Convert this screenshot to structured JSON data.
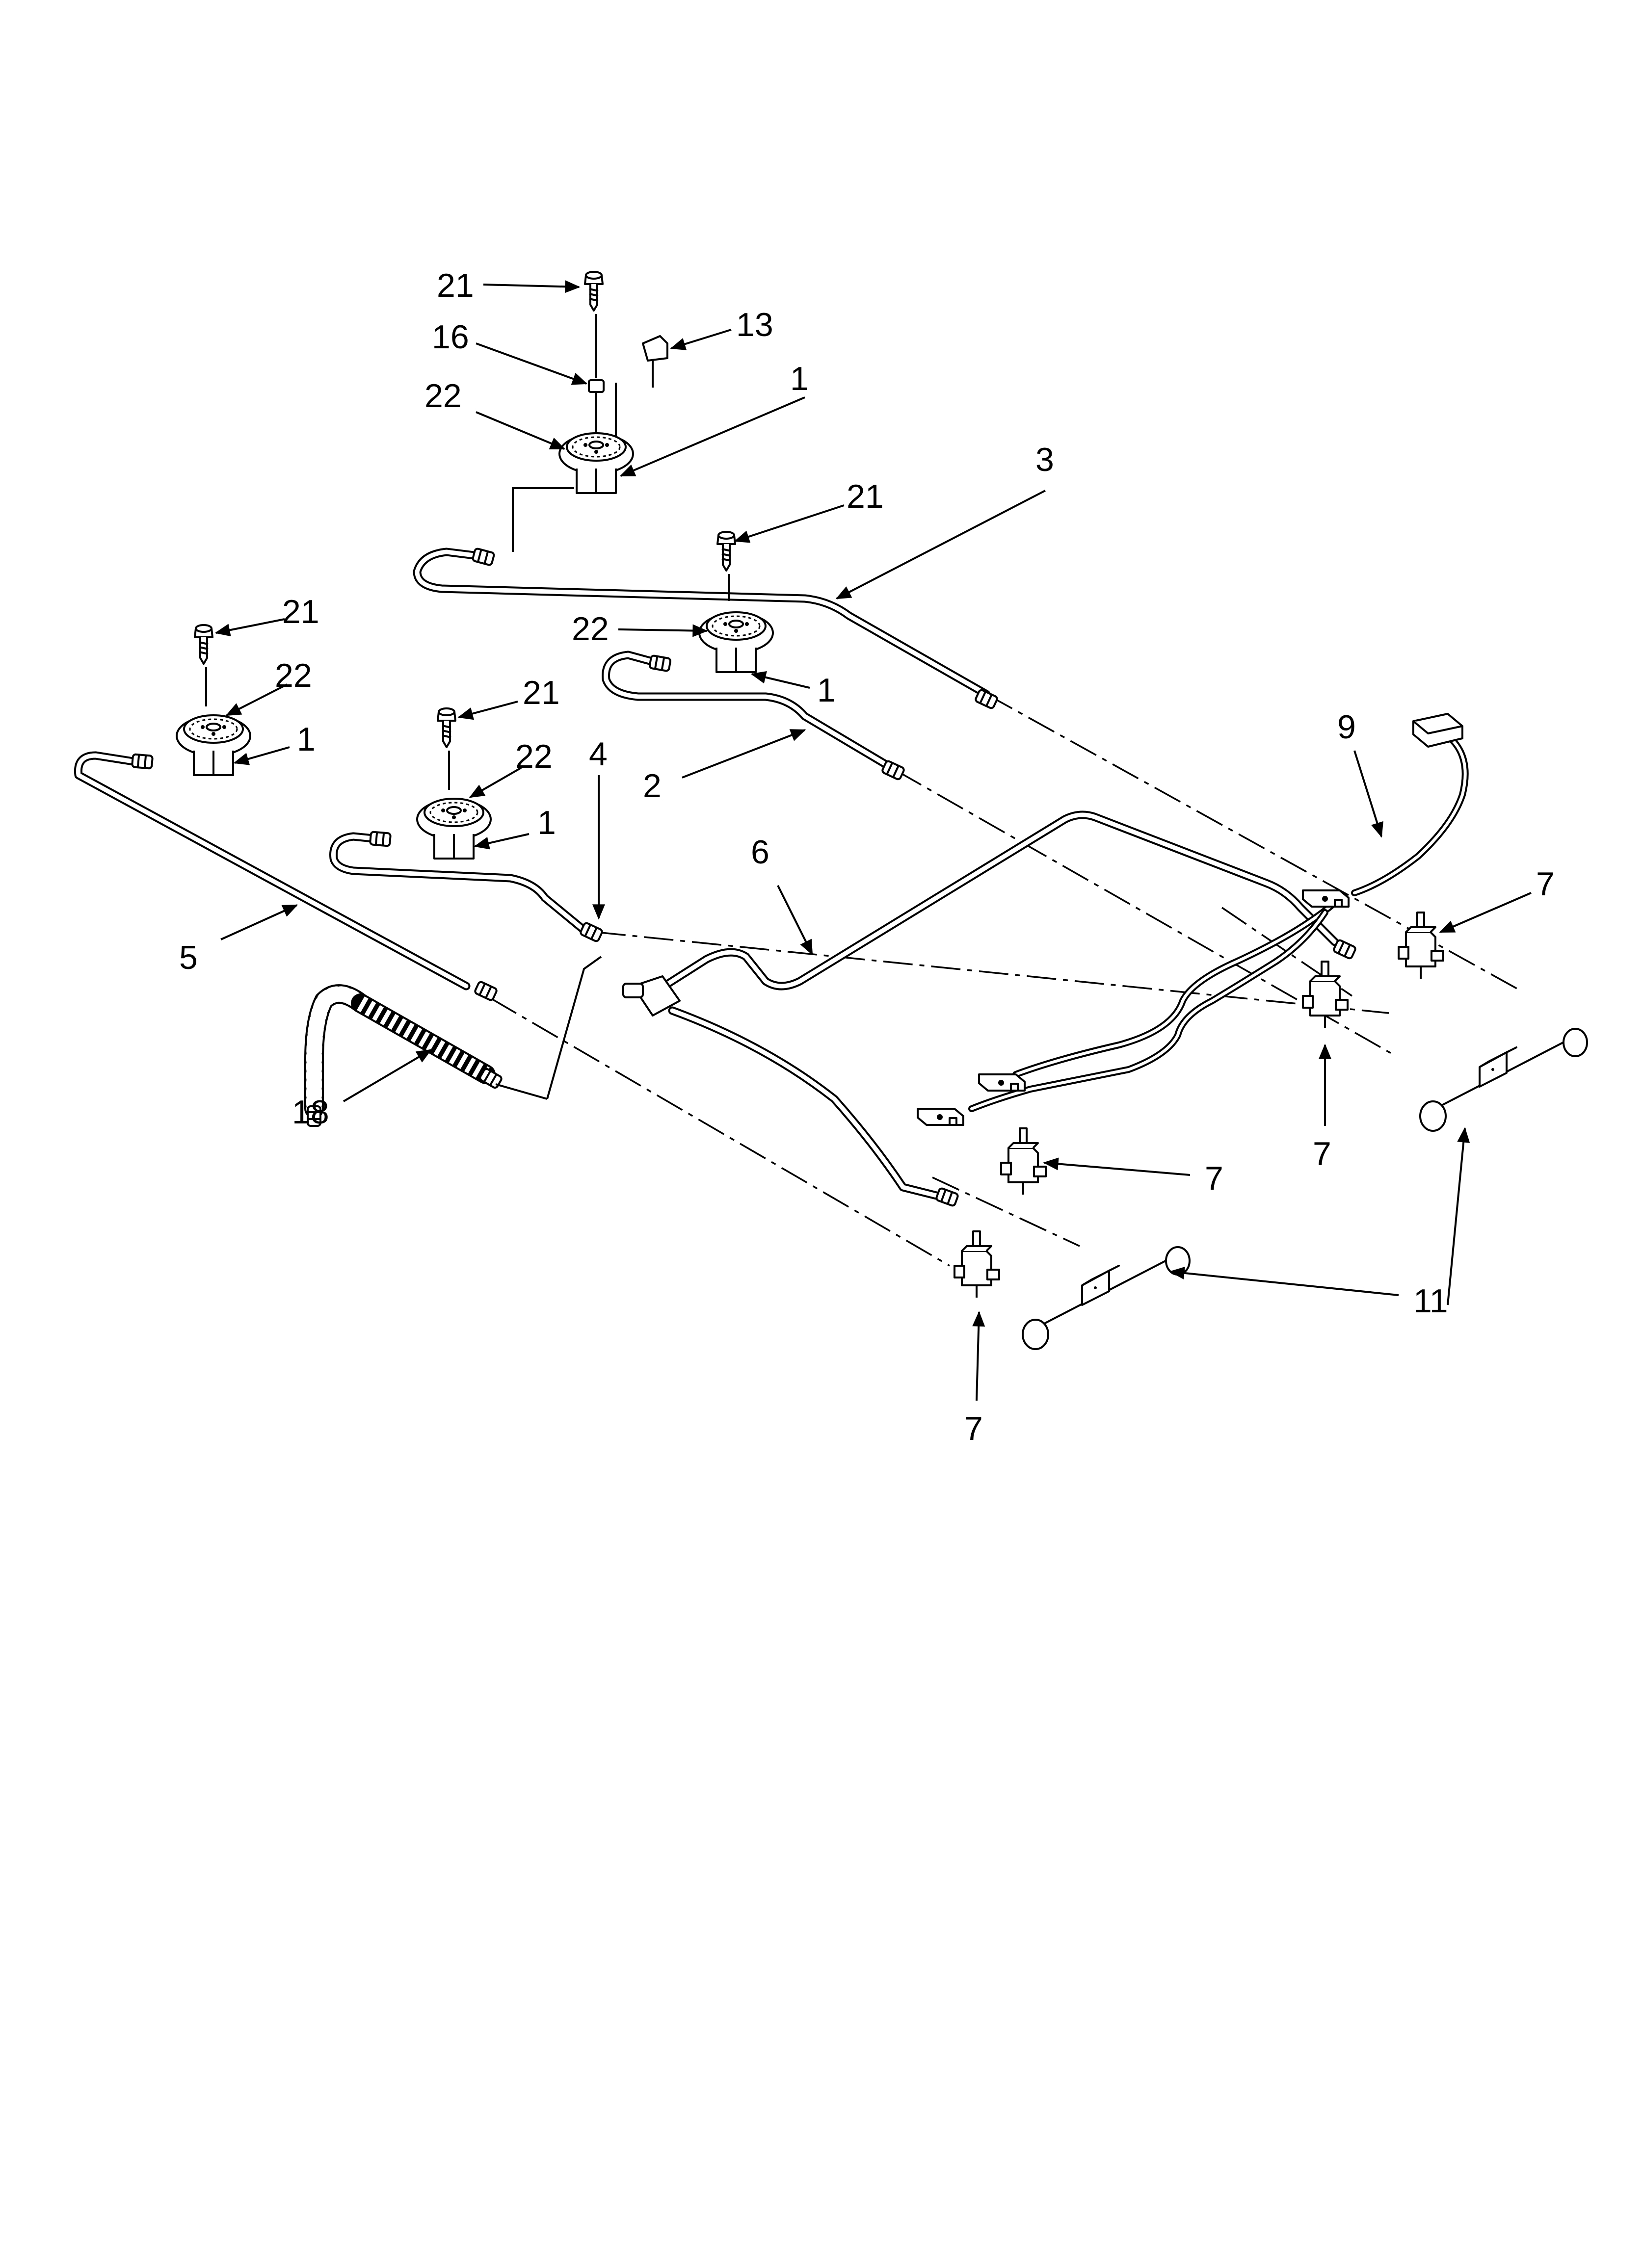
{
  "callouts": {
    "c21a": "21",
    "c16": "16",
    "c13": "13",
    "c22a": "22",
    "c1a": "1",
    "c3": "3",
    "c21b": "21",
    "c22b": "22",
    "c1b": "1",
    "c21c": "21",
    "c22c": "22",
    "c1c": "1",
    "c21d": "21",
    "c22d": "22",
    "c1d": "1",
    "c4": "4",
    "c2": "2",
    "c6": "6",
    "c5": "5",
    "c9": "9",
    "c7a": "7",
    "c7b": "7",
    "c7c": "7",
    "c7d": "7",
    "c18": "18",
    "c11": "11"
  }
}
